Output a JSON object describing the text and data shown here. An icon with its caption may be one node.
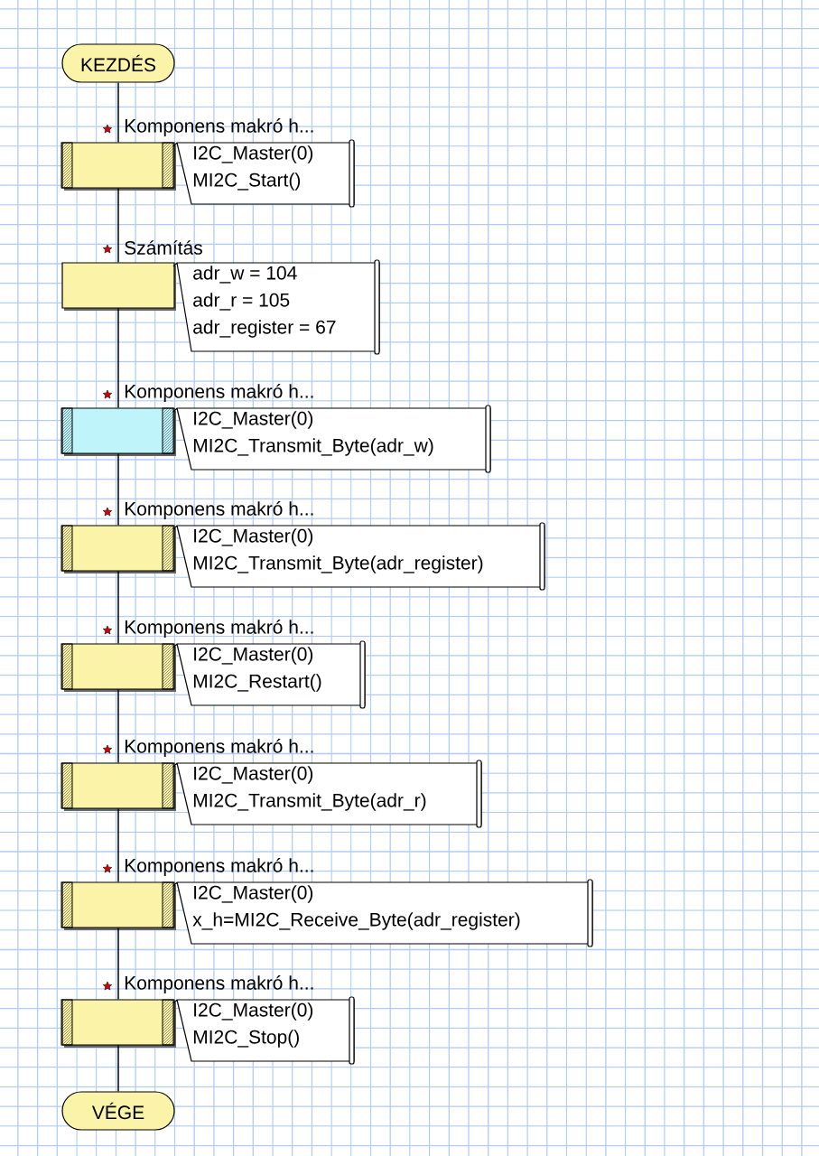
{
  "diagram": {
    "nodes": [
      {
        "text": [
          "KEZDÉS"
        ]
      },
      {
        "text": [
          "Komponens makró h...",
          "I2C_Master(0)",
          "MI2C_Start()"
        ]
      },
      {
        "text": [
          "Számítás",
          "adr_w = 104",
          "adr_r = 105",
          "adr_register = 67"
        ]
      },
      {
        "text": [
          "Komponens makró h...",
          "I2C_Master(0)",
          "MI2C_Transmit_Byte(adr_w)"
        ]
      },
      {
        "text": [
          "Komponens makró h...",
          "I2C_Master(0)",
          "MI2C_Transmit_Byte(adr_register)"
        ]
      },
      {
        "text": [
          "Komponens makró h...",
          "I2C_Master(0)",
          "MI2C_Restart()"
        ]
      },
      {
        "text": [
          "Komponens makró h...",
          "I2C_Master(0)",
          "MI2C_Transmit_Byte(adr_r)"
        ]
      },
      {
        "text": [
          "Komponens makró h...",
          "I2C_Master(0)",
          "x_h=MI2C_Receive_Byte(adr_register)"
        ]
      },
      {
        "text": [
          "Komponens makró h...",
          "I2C_Master(0)",
          "MI2C_Stop()"
        ]
      },
      {
        "text": [
          "VÉGE"
        ]
      }
    ],
    "edges": [
      {
        "from": 0,
        "to": 1,
        "arrow": "none"
      },
      {
        "from": 1,
        "to": 2,
        "arrow": "none"
      },
      {
        "from": 2,
        "to": 3,
        "arrow": "none"
      },
      {
        "from": 3,
        "to": 4,
        "arrow": "none"
      },
      {
        "from": 4,
        "to": 5,
        "arrow": "none"
      },
      {
        "from": 5,
        "to": 6,
        "arrow": "none"
      },
      {
        "from": 6,
        "to": 7,
        "arrow": "none"
      },
      {
        "from": 7,
        "to": 8,
        "arrow": "none"
      },
      {
        "from": 8,
        "to": 9,
        "arrow": "none"
      }
    ]
  }
}
